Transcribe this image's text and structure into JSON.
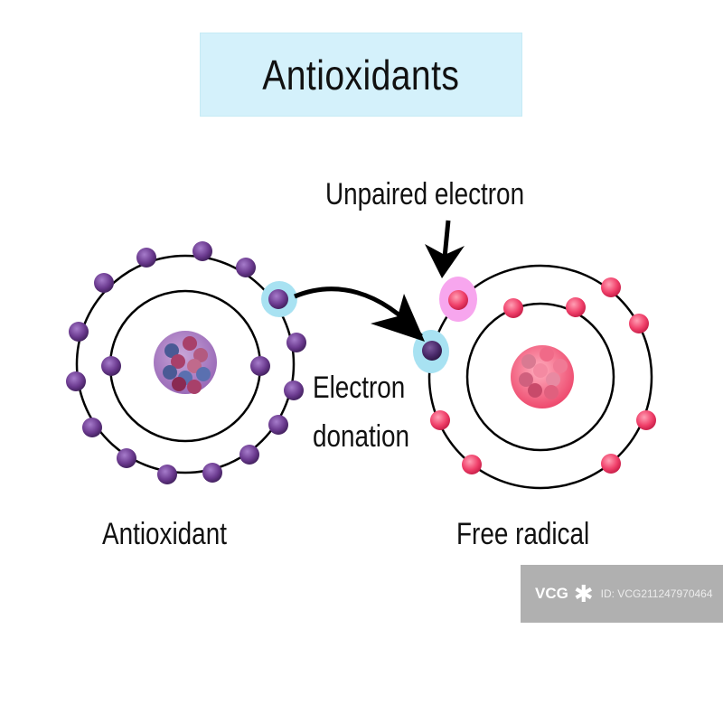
{
  "title": "Antioxidants",
  "labels": {
    "unpaired": "Unpaired electron",
    "donation_line1": "Electron",
    "donation_line2": "donation",
    "antioxidant": "Antioxidant",
    "free_radical": "Free radical"
  },
  "watermark": {
    "logo": "VCG",
    "id": "ID: VCG211247970464"
  },
  "colors": {
    "antioxidant_electron": "#6b3a8f",
    "radical_electron": "#f0406a",
    "donation_halo": "#a8e2f2",
    "unpaired_halo": "#f7a6ee",
    "title_bg": "#d4f1fb"
  }
}
